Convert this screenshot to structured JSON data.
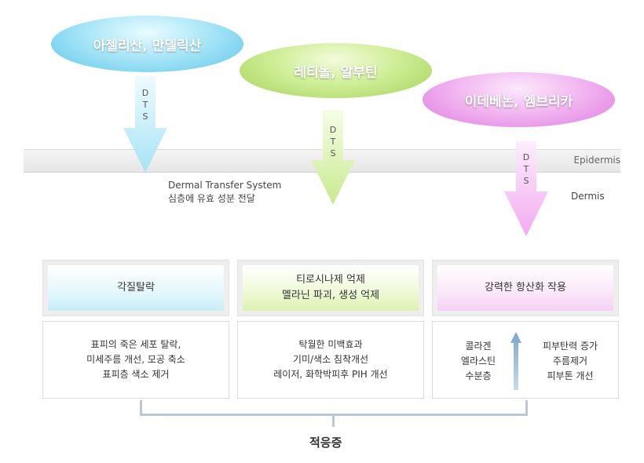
{
  "ovals": {
    "blue": "아젤리산, 만델릭산",
    "green": "레티놀, 알부틴",
    "pink": "이데베논, 엠브리카"
  },
  "dts": {
    "d": "D",
    "t": "T",
    "s": "S"
  },
  "layers": {
    "epidermis": "Epidermis",
    "dermis": "Dermis"
  },
  "dts_description": {
    "line1": "Dermal Transfer System",
    "line2": "심층에 유효 성분 전달"
  },
  "columns": [
    {
      "head": [
        "각질탈락"
      ],
      "body": [
        "표피의 죽은 세포 탈락,",
        "미세주름 개선, 모공 축소",
        "표피층 색소 제거"
      ]
    },
    {
      "head": [
        "티로시나제 억제",
        "멜라닌 파괴, 생성 억제"
      ],
      "body": [
        "탁월한 미백효과",
        "기미/색소 침착개선",
        "레이저, 화학박피후 PIH 개선"
      ]
    },
    {
      "head": [
        "강력한 항산화 작용"
      ],
      "body_left": [
        "콜라겐",
        "엘라스틴",
        "수분층"
      ],
      "body_right": [
        "피부탄력 증가",
        "주름제거",
        "피부톤 개선"
      ]
    }
  ],
  "footer": "적응증",
  "colors": {
    "blue": "#8fdcf3",
    "green": "#c4e88a",
    "pink": "#f0a3ef",
    "up_arrow": "#9ab9d6"
  }
}
